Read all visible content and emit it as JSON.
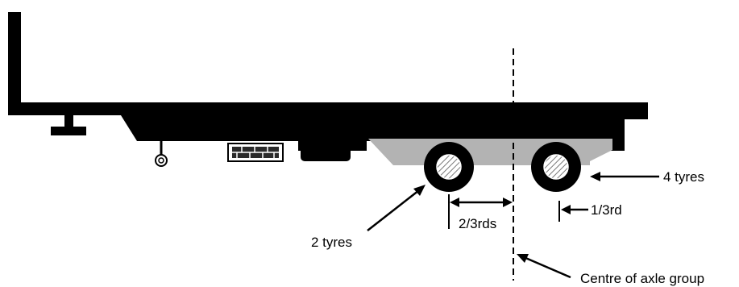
{
  "labels": {
    "four_tyres": "4 tyres",
    "one_third": "1/3rd",
    "two_thirds": "2/3rds",
    "two_tyres": "2 tyres",
    "centre": "Centre of axle group"
  },
  "colors": {
    "chassis": "#000000",
    "axle_housing": "#b3b3b3",
    "tread": "#8a8a8a"
  }
}
